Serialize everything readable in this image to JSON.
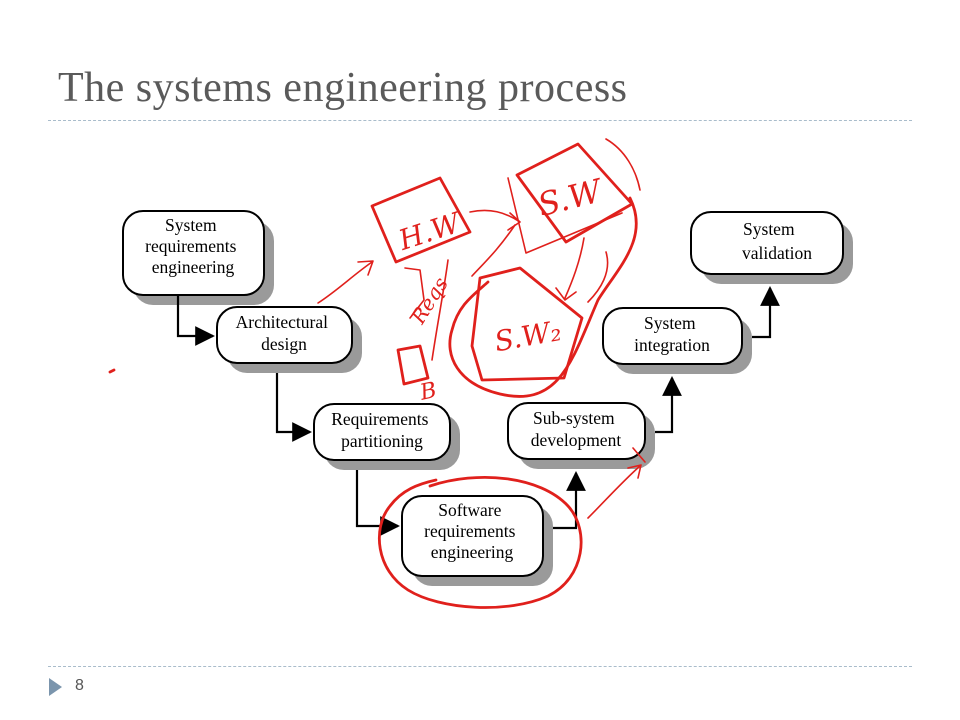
{
  "slide": {
    "title": "The systems engineering process",
    "page_number": "8"
  },
  "diagram": {
    "boxes": [
      {
        "id": "system-requirements-engineering",
        "lines": [
          "System",
          "requirements",
          "engineering"
        ]
      },
      {
        "id": "architectural-design",
        "lines": [
          "Architectural",
          "design"
        ]
      },
      {
        "id": "requirements-partitioning",
        "lines": [
          "Requirements",
          "partitioning"
        ]
      },
      {
        "id": "software-requirements-engineering",
        "lines": [
          "Software",
          "requirements",
          "engineering"
        ]
      },
      {
        "id": "sub-system-development",
        "lines": [
          "Sub-system",
          "development"
        ]
      },
      {
        "id": "system-integration",
        "lines": [
          "System",
          "integration"
        ]
      },
      {
        "id": "system-validation",
        "lines": [
          "System",
          "validation"
        ]
      }
    ]
  },
  "annotations": {
    "hw": "H.W",
    "sw": "S.W",
    "sw2": "S.W₂",
    "reqs": "Reqs",
    "b": "B",
    "ink_color": "#e0201c"
  }
}
